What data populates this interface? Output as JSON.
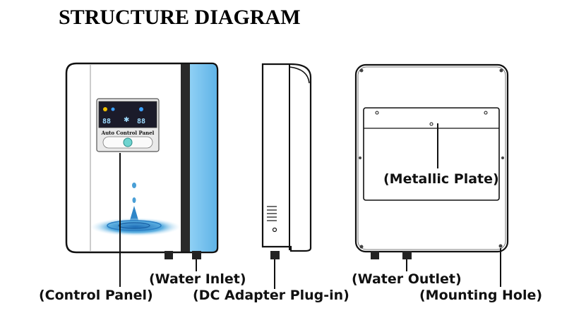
{
  "title": "STRUCTURE DIAGRAM",
  "device_front": {
    "panel_title": "Auto Control Panel",
    "display_left": "88",
    "display_right": "88"
  },
  "labels": {
    "control_panel": "(Control Panel)",
    "water_inlet": "(Water Inlet)",
    "dc_adapter": "(DC Adapter Plug-in)",
    "water_outlet": "(Water Outlet)",
    "mounting_hole": "(Mounting Hole)",
    "metallic_plate": "(Metallic Plate)"
  },
  "colors": {
    "side_stripe": "#7cc4ee",
    "dark_stripe": "#2a2a2a",
    "water": "#4a9fd6"
  }
}
